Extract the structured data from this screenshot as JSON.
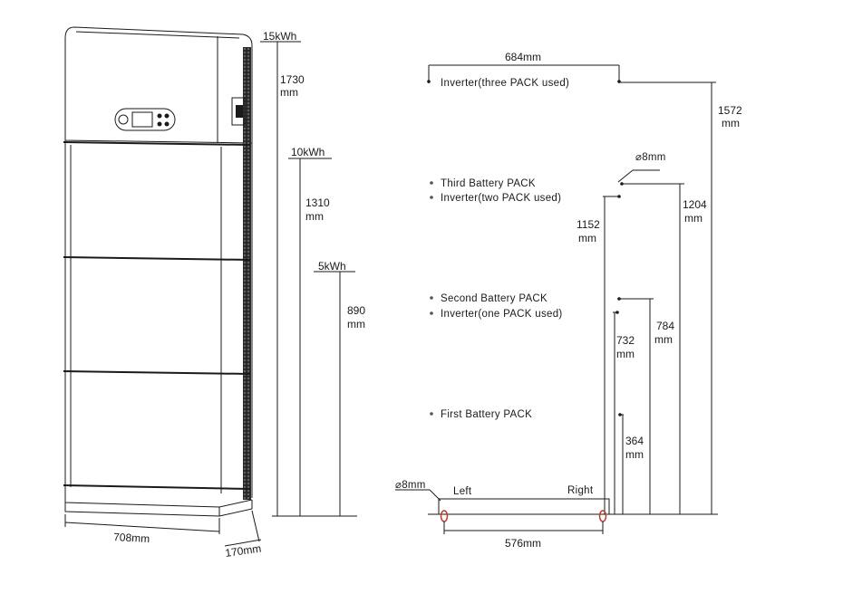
{
  "left_stack": {
    "capacities": [
      {
        "label": "15kWh",
        "height": "1730",
        "unit": "mm"
      },
      {
        "label": "10kWh",
        "height": "1310",
        "unit": "mm"
      },
      {
        "label": "5kWh",
        "height": "890",
        "unit": "mm"
      }
    ],
    "width_label": "708mm",
    "depth_label": "170mm"
  },
  "mounting": {
    "top_width": "684mm",
    "inverter_three": "Inverter(three PACK used)",
    "third_pack": "Third Battery PACK",
    "inverter_two": "Inverter(two PACK used)",
    "second_pack": "Second Battery PACK",
    "inverter_one": "Inverter(one PACK used)",
    "first_pack": "First  Battery PACK",
    "hole_top": "⌀8mm",
    "hole_bottom": "⌀8mm",
    "left": "Left",
    "right": "Right",
    "base_width": "576mm",
    "heights": [
      {
        "value": "1572",
        "unit": "mm"
      },
      {
        "value": "1204",
        "unit": "mm"
      },
      {
        "value": "1152",
        "unit": "mm"
      },
      {
        "value": "784",
        "unit": "mm"
      },
      {
        "value": "732",
        "unit": "mm"
      },
      {
        "value": "364",
        "unit": "mm"
      }
    ]
  }
}
